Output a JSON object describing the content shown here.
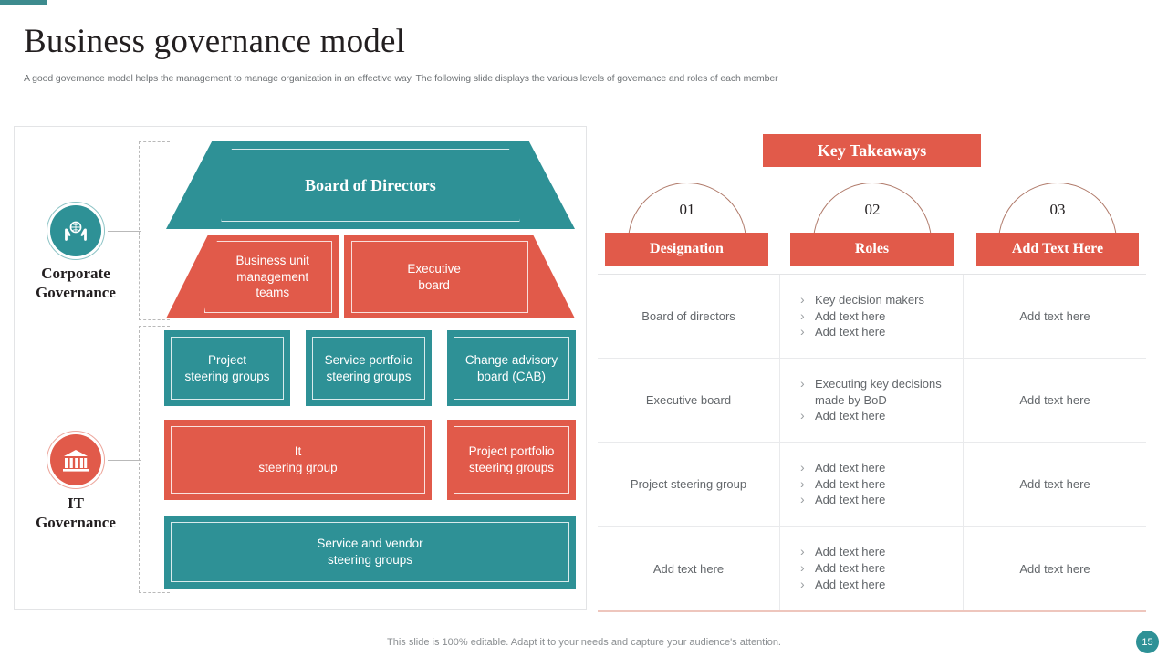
{
  "header": {
    "title": "Business governance model",
    "subtitle": "A good governance model helps the management to manage organization in an effective way. The following slide displays the various levels of governance and roles of each member"
  },
  "colors": {
    "teal": "#2E9196",
    "red": "#E15A4A",
    "accent_bar": "#3D8B8E",
    "text_dark": "#231f20",
    "text_muted": "#63676b"
  },
  "diagram": {
    "groups": [
      {
        "icon": "hands-globe-icon",
        "label": "Corporate\nGovernance",
        "label_line1": "Corporate",
        "label_line2": "Governance"
      },
      {
        "icon": "bank-building-icon",
        "label": "IT\nGovernance",
        "label_line1": "IT",
        "label_line2": "Governance"
      }
    ],
    "board": {
      "label": "Board of Directors"
    },
    "tier2": [
      {
        "label_line1": "Business unit",
        "label_line2": "management",
        "label_line3": "teams"
      },
      {
        "label_line1": "Executive",
        "label_line2": "board"
      }
    ],
    "tier3": [
      {
        "label_line1": "Project",
        "label_line2": "steering groups"
      },
      {
        "label_line1": "Service portfolio",
        "label_line2": "steering groups"
      },
      {
        "label_line1": "Change advisory",
        "label_line2": "board (CAB)"
      }
    ],
    "tier4": [
      {
        "label_line1": "It",
        "label_line2": "steering group"
      },
      {
        "label_line1": "Project portfolio",
        "label_line2": "steering groups"
      }
    ],
    "tier5": [
      {
        "label_line1": "Service and vendor",
        "label_line2": "steering groups"
      }
    ]
  },
  "key_takeaways": {
    "banner": "Key Takeaways",
    "columns": [
      {
        "number": "01",
        "title": "Designation"
      },
      {
        "number": "02",
        "title": "Roles"
      },
      {
        "number": "03",
        "title": "Add Text Here"
      }
    ],
    "rows": [
      {
        "designation": "Board of directors",
        "roles": [
          "Key decision makers",
          "Add text here",
          "Add text here"
        ],
        "extra": "Add text here"
      },
      {
        "designation": "Executive board",
        "roles": [
          "Executing key decisions made by BoD",
          "Add text here"
        ],
        "extra": "Add text here"
      },
      {
        "designation": "Project steering group",
        "roles": [
          "Add text here",
          "Add text here",
          "Add text here"
        ],
        "extra": "Add text here"
      },
      {
        "designation": "Add text here",
        "roles": [
          "Add text here",
          "Add text here",
          "Add text here"
        ],
        "extra": "Add text here"
      }
    ]
  },
  "footer": {
    "note": "This slide is 100% editable. Adapt it to your needs and capture your audience's attention.",
    "page_number": "15"
  }
}
